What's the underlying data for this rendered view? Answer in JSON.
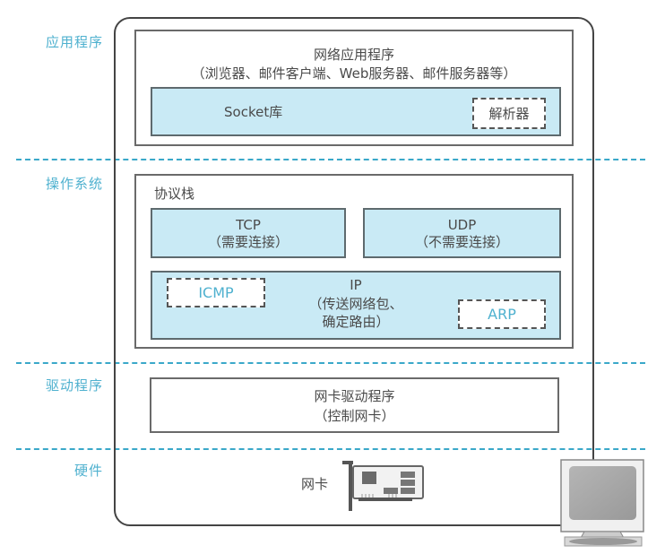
{
  "colors": {
    "layer_label": "#4fb1cf",
    "dash_line": "#3aa8c9",
    "module_fill": "#c9eaf5",
    "border": "#5e6a6e"
  },
  "layers": [
    {
      "label": "应用程序"
    },
    {
      "label": "操作系统"
    },
    {
      "label": "驱动程序"
    },
    {
      "label": "硬件"
    }
  ],
  "application": {
    "title": "网络应用程序",
    "subtitle": "（浏览器、邮件客户端、Web服务器、邮件服务器等）",
    "socket_library": {
      "label": "Socket库",
      "resolver": "解析器"
    }
  },
  "os": {
    "protocol_stack_label": "协议栈",
    "tcp": {
      "name": "TCP",
      "desc": "（需要连接）"
    },
    "udp": {
      "name": "UDP",
      "desc": "（不需要连接）"
    },
    "ip": {
      "name": "IP",
      "desc_line1": "（传送网络包、",
      "desc_line2": "确定路由）",
      "icmp": "ICMP",
      "arp": "ARP"
    }
  },
  "driver": {
    "title": "网卡驱动程序",
    "subtitle": "（控制网卡）"
  },
  "hardware": {
    "nic_label": "网卡",
    "nic_icon": "network-card-icon",
    "computer_icon": "computer-monitor-icon"
  }
}
